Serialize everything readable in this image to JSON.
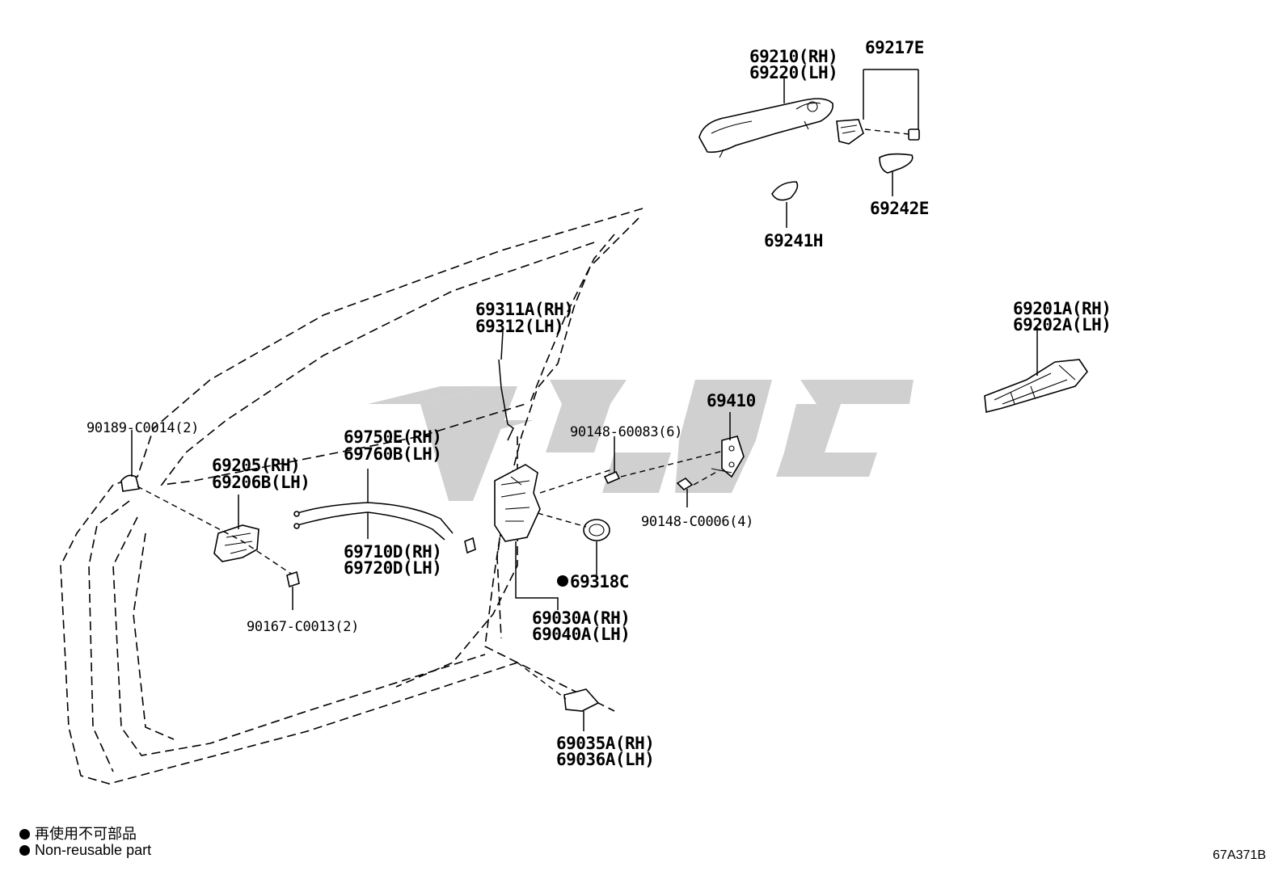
{
  "labels": {
    "handle_outer_rh": "69210(RH)",
    "handle_outer_lh": "69220(LH)",
    "cap": "69217E",
    "pad_69242": "69242E",
    "pad_69241": "69241H",
    "frame_rh": "69201A(RH)",
    "frame_lh": "69202A(LH)",
    "rod_rh": "69311A(RH)",
    "rod_lh": "69312(LH)",
    "striker": "69410",
    "screw_60083": "90148-60083(6)",
    "screw_c0006": "90148-C0006(4)",
    "clip_c0014": "90189-C0014(2)",
    "inside_handle_rh": "69205(RH)",
    "inside_handle_lh": "69206B(LH)",
    "cable_upper_rh": "69750E(RH)",
    "cable_upper_lh": "69760B(LH)",
    "cable_lower_rh": "69710D(RH)",
    "cable_lower_lh": "69720D(LH)",
    "seal": "69318C",
    "lock_rh": "69030A(RH)",
    "lock_lh": "69040A(LH)",
    "screw_c0013": "90167-C0013(2)",
    "cover_rh": "69035A(RH)",
    "cover_lh": "69036A(LH)"
  },
  "legend": {
    "non_reusable_ja": "再使用不可部品",
    "non_reusable_en": "Non-reusable part"
  },
  "diagram_code": "67A371B"
}
